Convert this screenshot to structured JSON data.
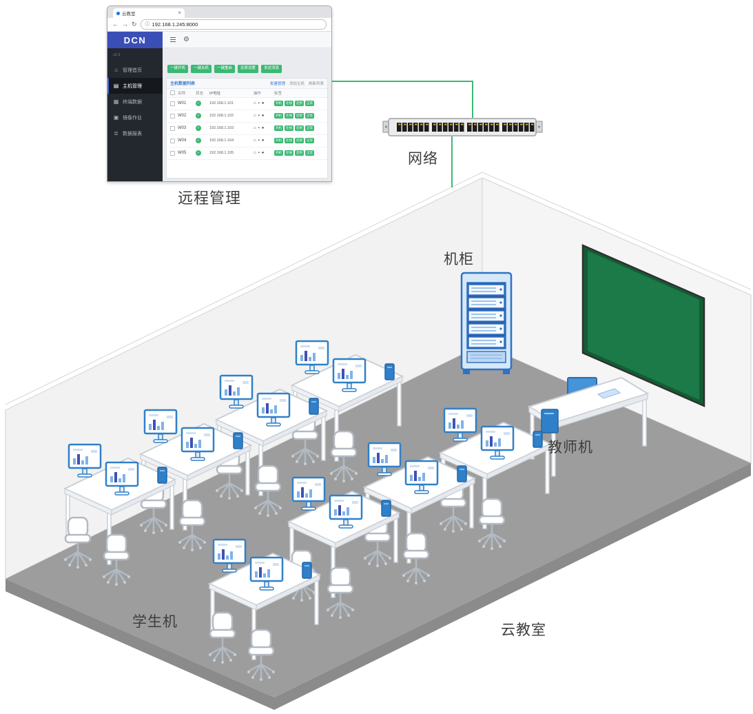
{
  "colors": {
    "brand_blue": "#3a4fb5",
    "status_green": "#3bb873",
    "board_green": "#1b7a47",
    "device_blue": "#2f80c8"
  },
  "labels": {
    "remote_management": "远程管理",
    "network": "网络",
    "cabinet": "机柜",
    "teacher": "教师机",
    "students": "学生机",
    "classroom": "云教室"
  },
  "browser": {
    "tab_title": "云教室",
    "url": "192.168.1.245:8000",
    "logo": "DCN",
    "version": "v2.3",
    "sidebar": [
      {
        "label": "管理首页"
      },
      {
        "label": "主机管理"
      },
      {
        "label": "终端数据"
      },
      {
        "label": "镜像作业"
      },
      {
        "label": "数据报表"
      }
    ],
    "toolbar": [
      "一键开机",
      "一键关机",
      "一键重启",
      "还原设置",
      "发送消息"
    ],
    "panel": {
      "title": "主机数据列表",
      "links": [
        "批量管理",
        "添加主机",
        "刷新列表"
      ],
      "columns": [
        "名称",
        "状态",
        "IP地址",
        "操作",
        "标签"
      ],
      "rows": [
        {
          "name": "W01",
          "ip": "192.168.1.101",
          "badges": [
            "开机",
            "在线",
            "还原",
            "正常"
          ]
        },
        {
          "name": "W02",
          "ip": "192.168.1.102",
          "badges": [
            "开机",
            "在线",
            "还原",
            "正常"
          ]
        },
        {
          "name": "W03",
          "ip": "192.168.1.103",
          "badges": [
            "开机",
            "在线",
            "还原",
            "正常"
          ]
        },
        {
          "name": "W04",
          "ip": "192.168.1.104",
          "badges": [
            "开机",
            "在线",
            "还原",
            "正常"
          ]
        },
        {
          "name": "W05",
          "ip": "192.168.1.105",
          "badges": [
            "开机",
            "在线",
            "还原",
            "正常"
          ]
        }
      ]
    }
  }
}
